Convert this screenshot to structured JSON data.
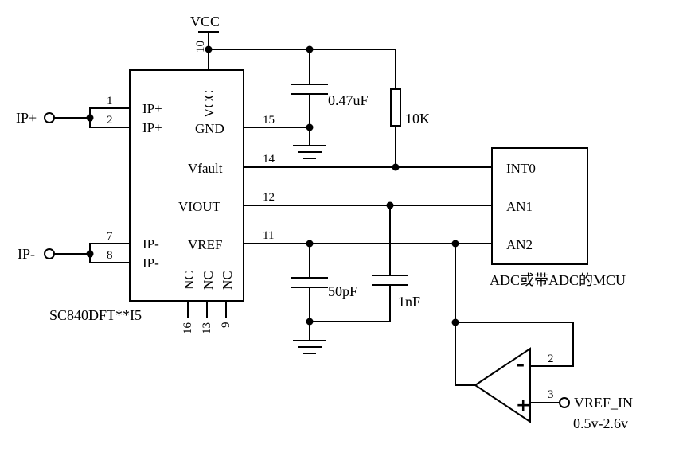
{
  "ic": {
    "part_number": "SC840DFT**I5",
    "vcc_top_label": "VCC",
    "pins": {
      "ip_plus": [
        {
          "num": "1",
          "name": "IP+"
        },
        {
          "num": "2",
          "name": "IP+"
        }
      ],
      "ip_minus": [
        {
          "num": "7",
          "name": "IP-"
        },
        {
          "num": "8",
          "name": "IP-"
        }
      ],
      "vcc": {
        "num": "10",
        "name": "VCC"
      },
      "gnd": {
        "num": "15",
        "name": "GND"
      },
      "vfault": {
        "num": "14",
        "name": "Vfault"
      },
      "viout": {
        "num": "12",
        "name": "VIOUT"
      },
      "vref": {
        "num": "11",
        "name": "VREF"
      },
      "nc": [
        {
          "num": "16",
          "name": "NC"
        },
        {
          "num": "13",
          "name": "NC"
        },
        {
          "num": "9",
          "name": "NC"
        }
      ]
    }
  },
  "terminals": {
    "ip_plus": "IP+",
    "ip_minus": "IP-",
    "vref_in": "VREF_IN",
    "vref_in_range": "0.5v-2.6v"
  },
  "components": {
    "c_vcc": "0.47uF",
    "r_pullup": "10K",
    "c_vref": "50pF",
    "c_viout": "1nF"
  },
  "mcu": {
    "title": "ADC或带ADC的MCU",
    "pins": [
      "INT0",
      "AN1",
      "AN2"
    ]
  },
  "opamp": {
    "minus_sign": "–",
    "plus_sign": "+",
    "pin_minus": "2",
    "pin_plus": "3"
  },
  "colors": {
    "wire": "#000000",
    "minus_sign": "#7a1f7a"
  }
}
